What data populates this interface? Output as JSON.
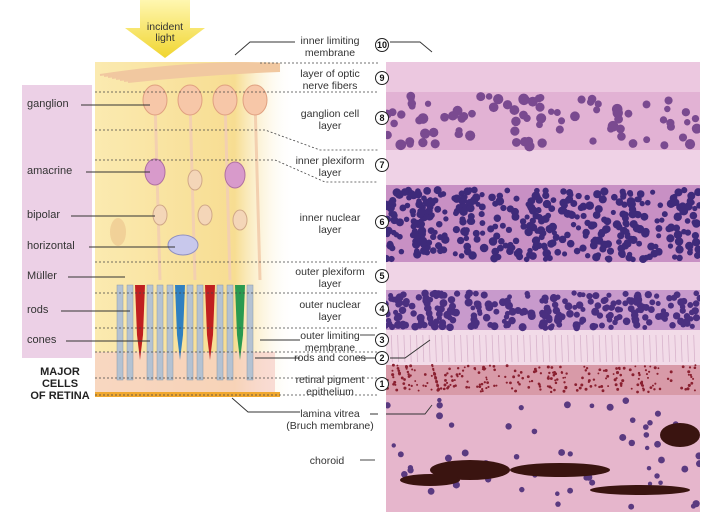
{
  "incident_light": "incident\nlight",
  "cells": {
    "title": [
      "MAJOR",
      "CELLS",
      "OF RETINA"
    ],
    "items": [
      {
        "label": "ganglion"
      },
      {
        "label": "amacrine"
      },
      {
        "label": "bipolar"
      },
      {
        "label": "horizontal"
      },
      {
        "label": "Müller"
      },
      {
        "label": "rods"
      },
      {
        "label": "cones"
      }
    ]
  },
  "layers": [
    {
      "num": "10",
      "label": [
        "inner limiting",
        "membrane"
      ]
    },
    {
      "num": "9",
      "label": [
        "layer of optic",
        "nerve fibers"
      ]
    },
    {
      "num": "8",
      "label": [
        "ganglion cell",
        "layer"
      ]
    },
    {
      "num": "7",
      "label": [
        "inner plexiform",
        "layer"
      ]
    },
    {
      "num": "6",
      "label": [
        "inner nuclear",
        "layer"
      ]
    },
    {
      "num": "5",
      "label": [
        "outer plexiform",
        "layer"
      ]
    },
    {
      "num": "4",
      "label": [
        "outer nuclear",
        "layer"
      ]
    },
    {
      "num": "3",
      "label": [
        "outer limiting",
        "membrane"
      ]
    },
    {
      "num": "2",
      "label": [
        "rods and cones",
        ""
      ]
    },
    {
      "num": "1",
      "label": [
        "retinal pigment",
        "epithelium"
      ]
    }
  ],
  "extra_labels": {
    "lamina": [
      "lamina vitrea",
      "(Bruch membrane)"
    ],
    "choroid": "choroid"
  },
  "colors": {
    "label_box": "#e8c7e0",
    "yellow": "#f7e3a0",
    "arrow": "#f3df4a"
  }
}
